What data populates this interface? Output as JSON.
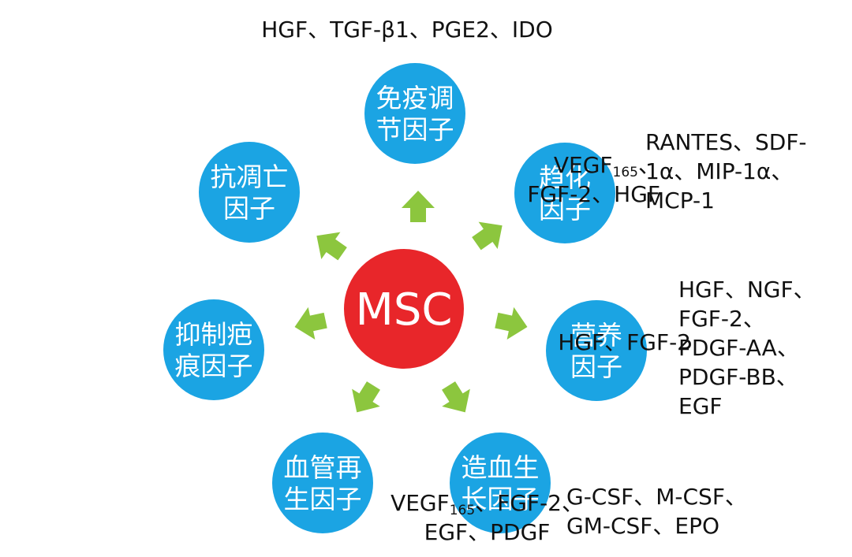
{
  "colors": {
    "center": "#e8262a",
    "node": "#1ba4e3",
    "arrow": "#8cc63e",
    "text": "#111111"
  },
  "center": {
    "label": "MSC"
  },
  "nodes": [
    {
      "id": "immune",
      "lines": [
        "免疫调",
        "节因子"
      ],
      "factors": [
        "HGF、TGF-β1、PGE2、IDO"
      ]
    },
    {
      "id": "chemotactic",
      "lines": [
        "趋化",
        "因子"
      ],
      "factors": [
        "RANTES、SDF-",
        "1α、MIP-1α、",
        "MCP-1"
      ]
    },
    {
      "id": "trophic",
      "lines": [
        "营养",
        "因子"
      ],
      "factors": [
        "HGF、NGF、",
        "FGF-2、",
        "PDGF-AA、",
        "PDGF-BB、",
        "EGF"
      ]
    },
    {
      "id": "hematopoietic",
      "lines": [
        "造血生",
        "长因子"
      ],
      "factors": [
        "G-CSF、M-CSF、",
        "GM-CSF、EPO"
      ]
    },
    {
      "id": "angiogenic",
      "lines": [
        "血管再",
        "生因子"
      ],
      "factors": [
        "VEGF|165|、FGF-2、",
        "EGF、PDGF"
      ]
    },
    {
      "id": "antiscar",
      "lines": [
        "抑制疤",
        "痕因子"
      ],
      "factors": [
        "HGF、FGF-2"
      ]
    },
    {
      "id": "antiapoptotic",
      "lines": [
        "抗凋亡",
        "因子"
      ],
      "factors": [
        "VEGF|165|、",
        "FGF-2、HGF"
      ]
    }
  ]
}
